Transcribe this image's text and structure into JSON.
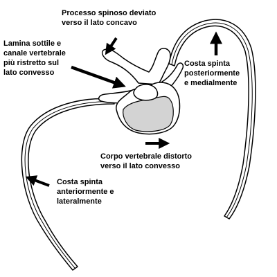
{
  "labels": {
    "processo_spinoso": [
      "Processo spinoso deviato",
      "verso il lato concavo"
    ],
    "lamina_sottile": [
      "Lamina sottile e",
      "canale vertebrale",
      "più ristretto sul",
      "lato convesso"
    ],
    "costa_posteriore": [
      "Costa spinta",
      "posteriormente",
      "e medialmente"
    ],
    "corpo_vertebrale": [
      "Corpo vertebrale distorto",
      "verso il lato convesso"
    ],
    "costa_anteriore": [
      "Costa spinta",
      "anteriormente e",
      "lateralmente"
    ]
  },
  "colors": {
    "outline": "#000000",
    "vertebral_body_fill": "#d3d3d3",
    "background": "#ffffff"
  }
}
